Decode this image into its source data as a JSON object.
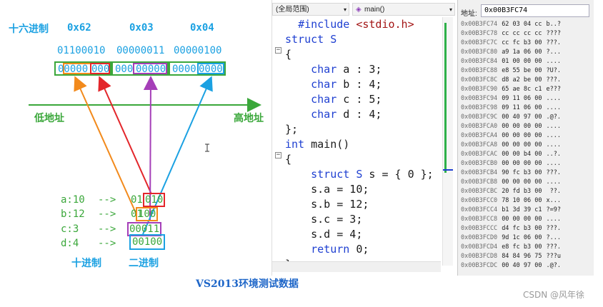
{
  "diagram": {
    "hex_title": "十六进制",
    "hex_values": [
      "0x62",
      "0x03",
      "0x04"
    ],
    "binary_values": [
      "01100010",
      "00000011",
      "00000100"
    ],
    "memory_bits": [
      {
        "bits": "00000",
        "color": "#1ba1e2"
      },
      {
        "bits": "000",
        "color": "#1ba1e2"
      },
      {
        "bits": "000",
        "color": "#1ba1e2"
      },
      {
        "bits": "00000",
        "color": "#1ba1e2"
      },
      {
        "bits": "0000",
        "color": "#1ba1e2"
      },
      {
        "bits": "0000",
        "color": "#1ba1e2"
      }
    ],
    "low_address": "低地址",
    "high_address": "高地址",
    "fields": [
      {
        "label": "a:10",
        "arrow": "-->",
        "binary_prefix": "01",
        "binary_boxed": "010",
        "color": "#e3262b"
      },
      {
        "label": "b:12",
        "arrow": "-->",
        "binary_prefix": "01",
        "binary_boxed": "100",
        "color": "#f28a1c"
      },
      {
        "label": "c:3",
        "arrow": "-->",
        "binary_prefix": "",
        "binary_boxed": "00011",
        "color": "#a53fb8"
      },
      {
        "label": "d:4",
        "arrow": "-->",
        "binary_prefix": "",
        "binary_boxed": "00100",
        "color": "#1ba1e2"
      }
    ],
    "decimal_caption": "十进制",
    "binary_caption": "二进制",
    "footer_caption": "VS2013环境测试数据",
    "watermark": "CSDN @风年徐"
  },
  "code_editor": {
    "scope_dropdown": "(全局范围)",
    "function_dropdown": "main()",
    "lines": [
      {
        "fold": "",
        "indent": 1,
        "parts": [
          {
            "t": "#include ",
            "c": "kw"
          },
          {
            "t": "<stdio.h>",
            "c": "inc"
          }
        ]
      },
      {
        "fold": "−",
        "indent": 0,
        "parts": [
          {
            "t": "struct ",
            "c": "kw"
          },
          {
            "t": "S",
            "c": "kw"
          }
        ]
      },
      {
        "fold": "",
        "indent": 0,
        "parts": [
          {
            "t": "{",
            "c": "tx"
          }
        ]
      },
      {
        "fold": "",
        "indent": 2,
        "parts": [
          {
            "t": "char ",
            "c": "kw"
          },
          {
            "t": "a : 3;",
            "c": "tx"
          }
        ]
      },
      {
        "fold": "",
        "indent": 2,
        "parts": [
          {
            "t": "char ",
            "c": "kw"
          },
          {
            "t": "b : 4;",
            "c": "tx"
          }
        ]
      },
      {
        "fold": "",
        "indent": 2,
        "parts": [
          {
            "t": "char ",
            "c": "kw"
          },
          {
            "t": "c : 5;",
            "c": "tx"
          }
        ]
      },
      {
        "fold": "",
        "indent": 2,
        "parts": [
          {
            "t": "char ",
            "c": "kw"
          },
          {
            "t": "d : 4;",
            "c": "tx"
          }
        ]
      },
      {
        "fold": "",
        "indent": 0,
        "parts": [
          {
            "t": "};",
            "c": "tx"
          }
        ]
      },
      {
        "fold": "−",
        "indent": 0,
        "parts": [
          {
            "t": "int ",
            "c": "kw"
          },
          {
            "t": "main()",
            "c": "tx"
          }
        ]
      },
      {
        "fold": "",
        "indent": 0,
        "parts": [
          {
            "t": "{",
            "c": "tx"
          }
        ]
      },
      {
        "fold": "",
        "indent": 2,
        "parts": [
          {
            "t": "struct ",
            "c": "kw"
          },
          {
            "t": "S ",
            "c": "kw"
          },
          {
            "t": "s = { 0 };",
            "c": "tx"
          }
        ]
      },
      {
        "fold": "",
        "indent": 2,
        "parts": [
          {
            "t": "s.a = 10;",
            "c": "tx"
          }
        ]
      },
      {
        "fold": "",
        "indent": 2,
        "parts": [
          {
            "t": "s.b = 12;",
            "c": "tx"
          }
        ]
      },
      {
        "fold": "",
        "indent": 2,
        "parts": [
          {
            "t": "s.c = 3;",
            "c": "tx"
          }
        ]
      },
      {
        "fold": "",
        "indent": 2,
        "parts": [
          {
            "t": "s.d = 4;",
            "c": "tx"
          }
        ]
      },
      {
        "fold": "",
        "indent": 2,
        "parts": [
          {
            "t": "return ",
            "c": "kw"
          },
          {
            "t": "0;",
            "c": "tx"
          }
        ]
      },
      {
        "fold": "",
        "indent": 0,
        "parts": [
          {
            "t": "}",
            "c": "tx"
          }
        ]
      }
    ]
  },
  "memory_window": {
    "address_label": "地址:",
    "address_value": "0x00B3FC74",
    "rows": [
      {
        "addr": "0x00B3FC74",
        "bytes": "62 03 04 cc",
        "ascii": "b..?"
      },
      {
        "addr": "0x00B3FC78",
        "bytes": "cc cc cc cc",
        "ascii": "????"
      },
      {
        "addr": "0x00B3FC7C",
        "bytes": "cc fc b3 00",
        "ascii": "???."
      },
      {
        "addr": "0x00B3FC80",
        "bytes": "a9 1a 06 00",
        "ascii": "?..."
      },
      {
        "addr": "0x00B3FC84",
        "bytes": "01 00 00 00",
        "ascii": "...."
      },
      {
        "addr": "0x00B3FC88",
        "bytes": "e8 55 be 00",
        "ascii": "?U?."
      },
      {
        "addr": "0x00B3FC8C",
        "bytes": "d8 a2 be 00",
        "ascii": "???."
      },
      {
        "addr": "0x00B3FC90",
        "bytes": "65 ae 8c c1",
        "ascii": "e???"
      },
      {
        "addr": "0x00B3FC94",
        "bytes": "09 11 06 00",
        "ascii": "...."
      },
      {
        "addr": "0x00B3FC98",
        "bytes": "09 11 06 00",
        "ascii": "...."
      },
      {
        "addr": "0x00B3FC9C",
        "bytes": "00 40 97 00",
        "ascii": ".@?."
      },
      {
        "addr": "0x00B3FCA0",
        "bytes": "00 00 00 00",
        "ascii": "...."
      },
      {
        "addr": "0x00B3FCA4",
        "bytes": "00 00 00 00",
        "ascii": "...."
      },
      {
        "addr": "0x00B3FCA8",
        "bytes": "00 00 00 00",
        "ascii": "...."
      },
      {
        "addr": "0x00B3FCAC",
        "bytes": "00 00 b4 00",
        "ascii": "..?."
      },
      {
        "addr": "0x00B3FCB0",
        "bytes": "00 00 00 00",
        "ascii": "...."
      },
      {
        "addr": "0x00B3FCB4",
        "bytes": "90 fc b3 00",
        "ascii": "???."
      },
      {
        "addr": "0x00B3FCB8",
        "bytes": "00 00 00 00",
        "ascii": "...."
      },
      {
        "addr": "0x00B3FCBC",
        "bytes": "20 fd b3 00",
        "ascii": " ??."
      },
      {
        "addr": "0x00B3FCC0",
        "bytes": "78 10 06 00",
        "ascii": "x..."
      },
      {
        "addr": "0x00B3FCC4",
        "bytes": "b1 3d 39 c1",
        "ascii": "?=9?"
      },
      {
        "addr": "0x00B3FCC8",
        "bytes": "00 00 00 00",
        "ascii": "...."
      },
      {
        "addr": "0x00B3FCCC",
        "bytes": "d4 fc b3 00",
        "ascii": "???."
      },
      {
        "addr": "0x00B3FCD0",
        "bytes": "9d 1c 06 00",
        "ascii": "?..."
      },
      {
        "addr": "0x00B3FCD4",
        "bytes": "e8 fc b3 00",
        "ascii": "???."
      },
      {
        "addr": "0x00B3FCD8",
        "bytes": "84 84 96 75",
        "ascii": "???u"
      },
      {
        "addr": "0x00B3FCDC",
        "bytes": "00 40 97 00",
        "ascii": ".@?."
      }
    ]
  }
}
